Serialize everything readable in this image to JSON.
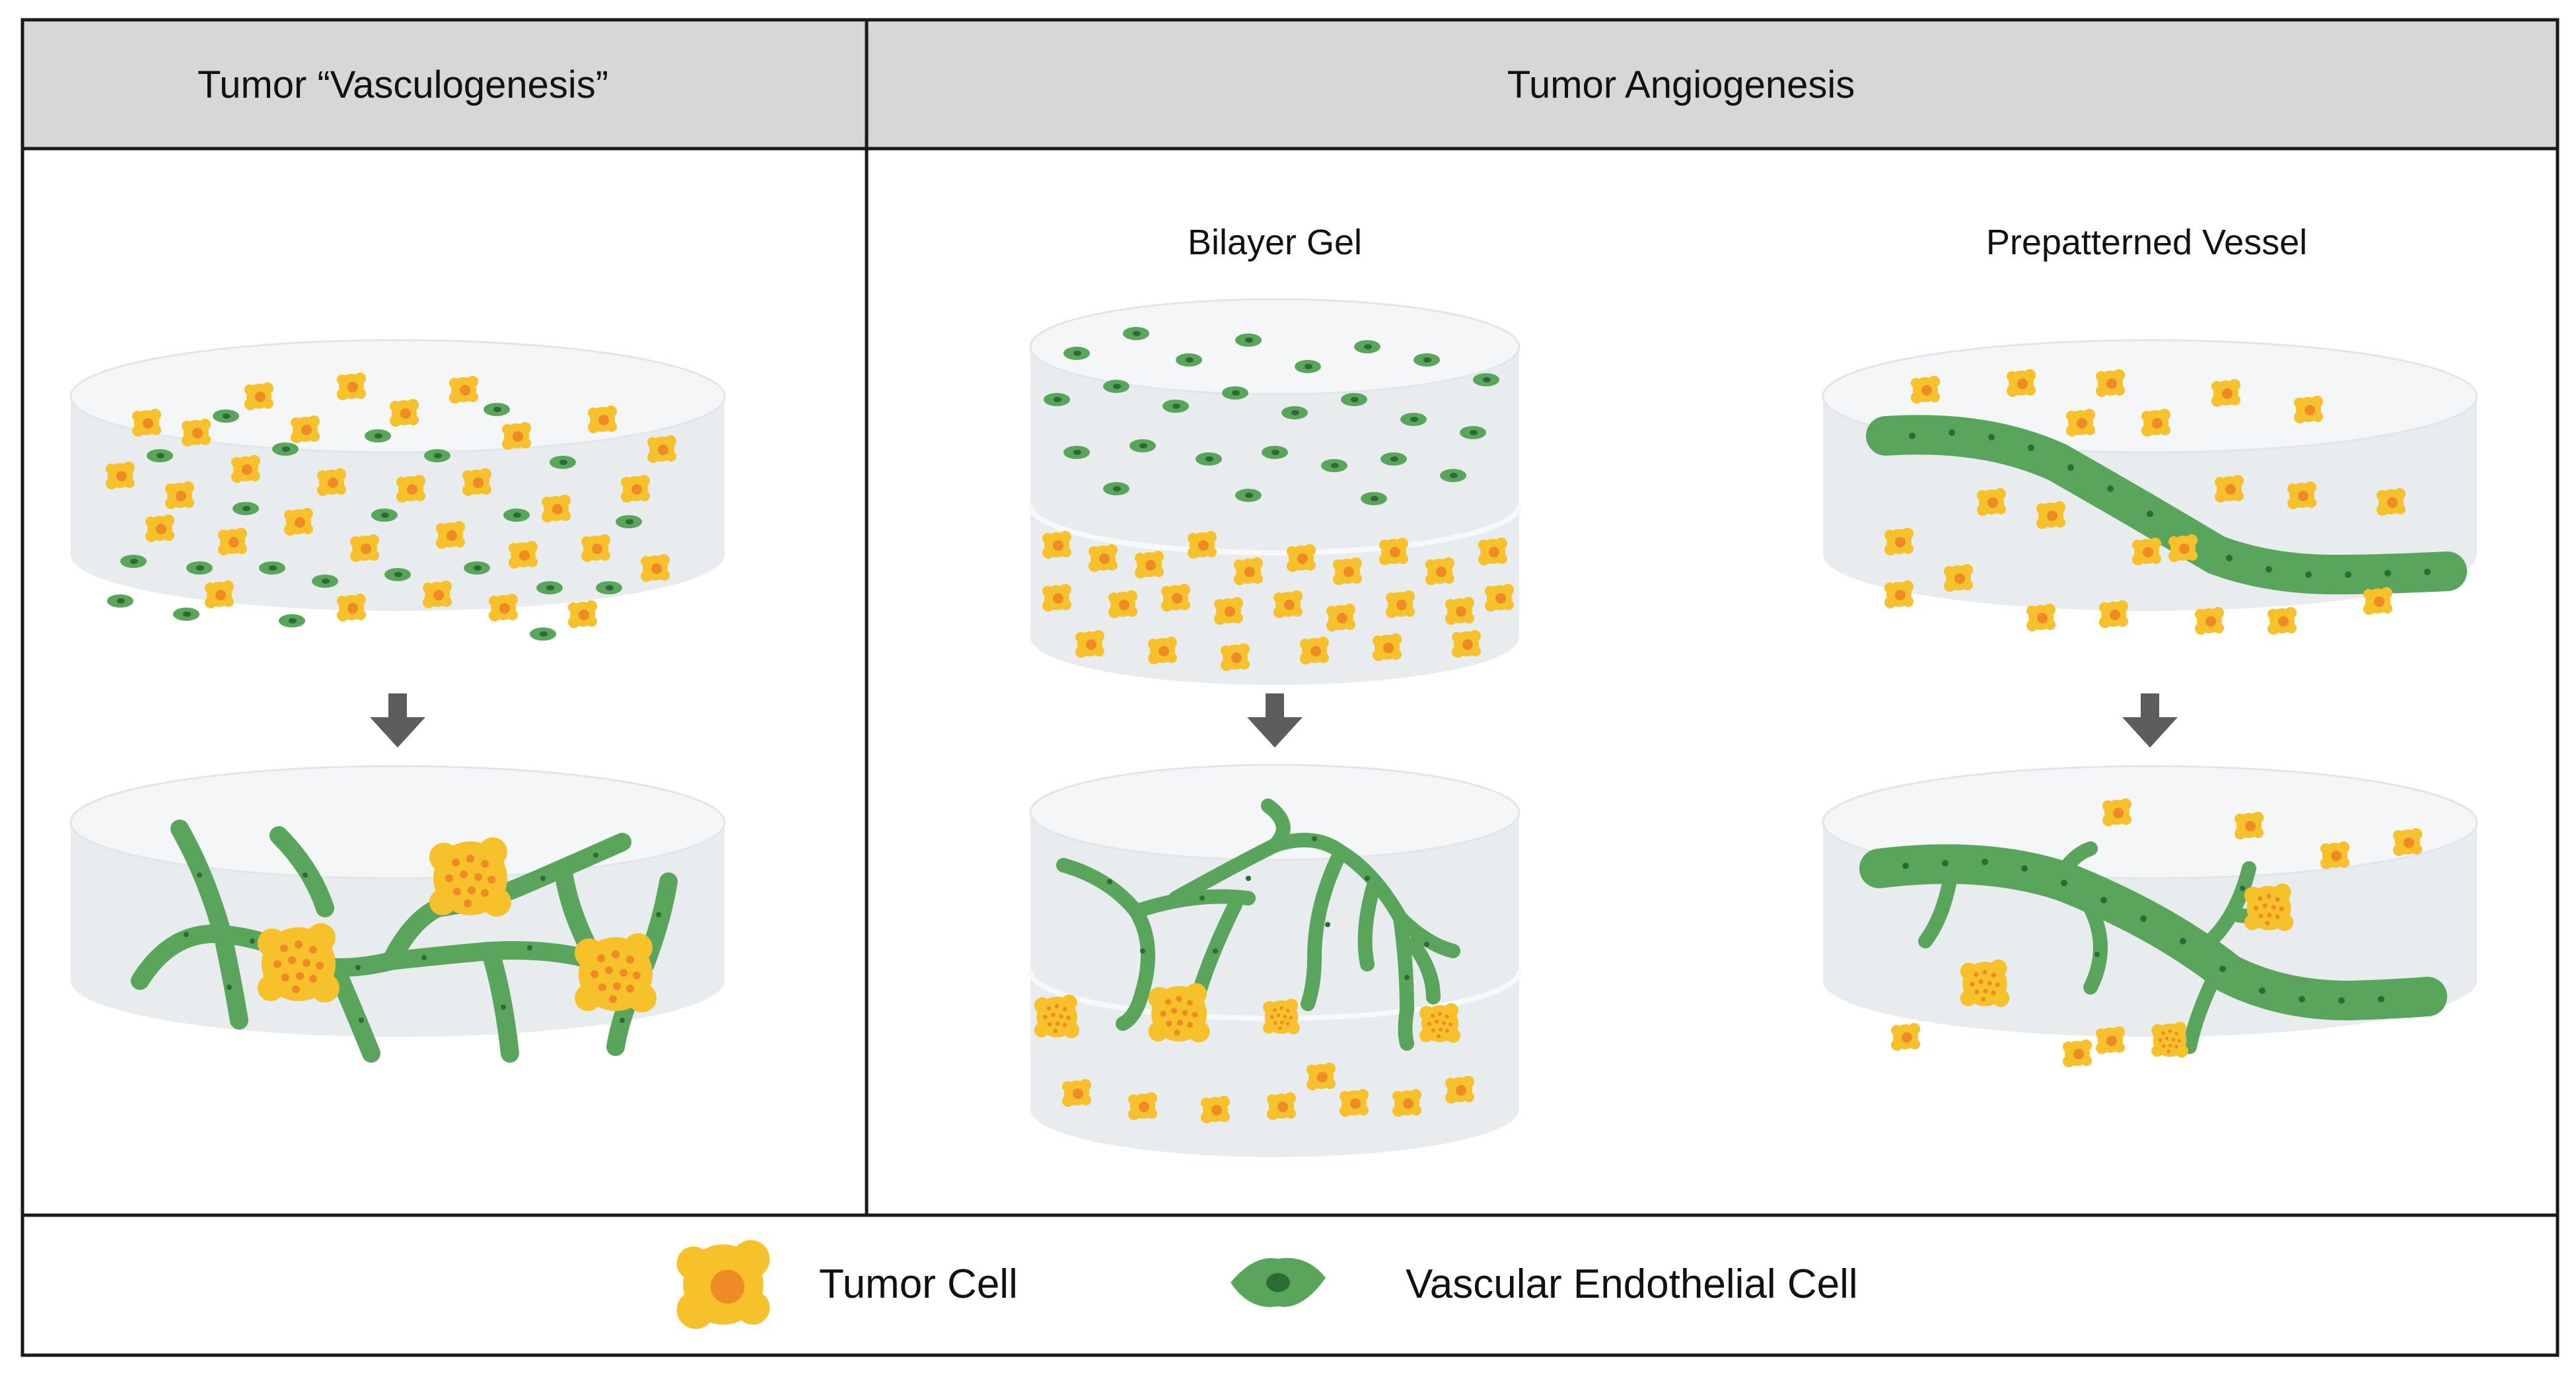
{
  "headers": {
    "left": "Tumor “Vasculogenesis”",
    "right": "Tumor Angiogenesis"
  },
  "subtitles": {
    "bilayer": "Bilayer Gel",
    "prepatterned": "Prepatterned Vessel"
  },
  "legend": {
    "tumor_label": "Tumor Cell",
    "endothelial_label": "Vascular Endothelial Cell"
  },
  "colors": {
    "frame": "#1a1a1a",
    "header_fill": "#d6d7d9",
    "tumor_cell": "#f7c12c",
    "tumor_nucleus": "#f08a24",
    "endothelial_cell": "#5aa55c",
    "endothelial_nucleus": "#2d6b34",
    "gel": "#e8ecef",
    "gel_top": "#f4f6f7",
    "arrow": "#5d5d5d"
  }
}
